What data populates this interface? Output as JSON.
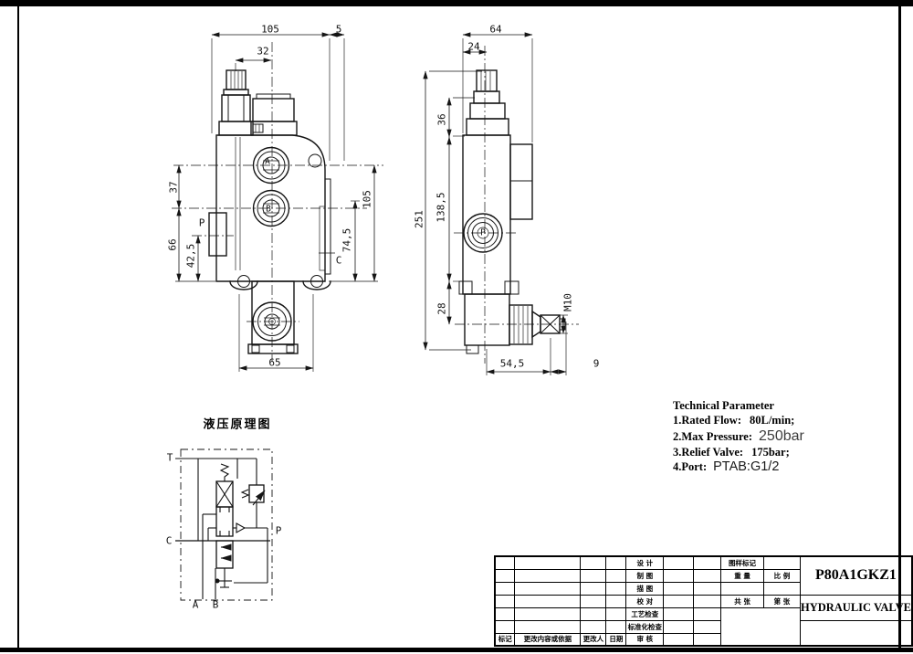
{
  "page": {
    "background": "#ffffff",
    "line_color": "#151515",
    "frame_color": "#000000"
  },
  "front_view": {
    "dims": {
      "top_width": "105",
      "side_plate_offset": "5",
      "relief_screw_offset": "32",
      "port_spacing": "37",
      "base_height": "66",
      "p_port_height": "42,5",
      "right_height": "105",
      "c_port_height": "74,5",
      "bottom_width": "65"
    },
    "ports": {
      "a": "A",
      "b": "B",
      "p": "P",
      "c": "C"
    }
  },
  "side_view": {
    "dims": {
      "top_width": "64",
      "screw_width": "24",
      "cap_height": "36",
      "total_height": "251",
      "body_height": "138,5",
      "handle_axis_height": "28",
      "handle_length": "54,5",
      "joint_length": "9",
      "thread_size": "M10"
    },
    "ports": {
      "p": "P"
    }
  },
  "schematic": {
    "title": "液压原理图",
    "labels": {
      "t": "T",
      "c": "C",
      "p": "P",
      "a": "A",
      "b": "B"
    }
  },
  "tech_params": {
    "title": "Technical Parameter",
    "items": [
      {
        "label": "1.Rated Flow:",
        "value": "80L/min;"
      },
      {
        "label": "2.Max Pressure:",
        "value": "250bar"
      },
      {
        "label": "3.Relief Valve:",
        "value": "175bar;"
      },
      {
        "label": "4.Port:",
        "value": "PTAB:G1/2"
      }
    ]
  },
  "title_block": {
    "model": "P80A1GKZ1",
    "product": "HYDRAULIC VALVE",
    "row_labels": [
      "设 计",
      "制 图",
      "描 图",
      "校 对",
      "工艺检查",
      "标准化检查",
      "审 核"
    ],
    "bottom_labels": {
      "mark": "标记",
      "change_content": "更改内容或依据",
      "changed_by": "更改人",
      "date": "日期"
    },
    "right_labels": {
      "drawing_mark": "图样标记",
      "weight": "重 量",
      "scale": "比 例",
      "total_sheets": "共 张",
      "sheet_no": "第 张"
    }
  }
}
